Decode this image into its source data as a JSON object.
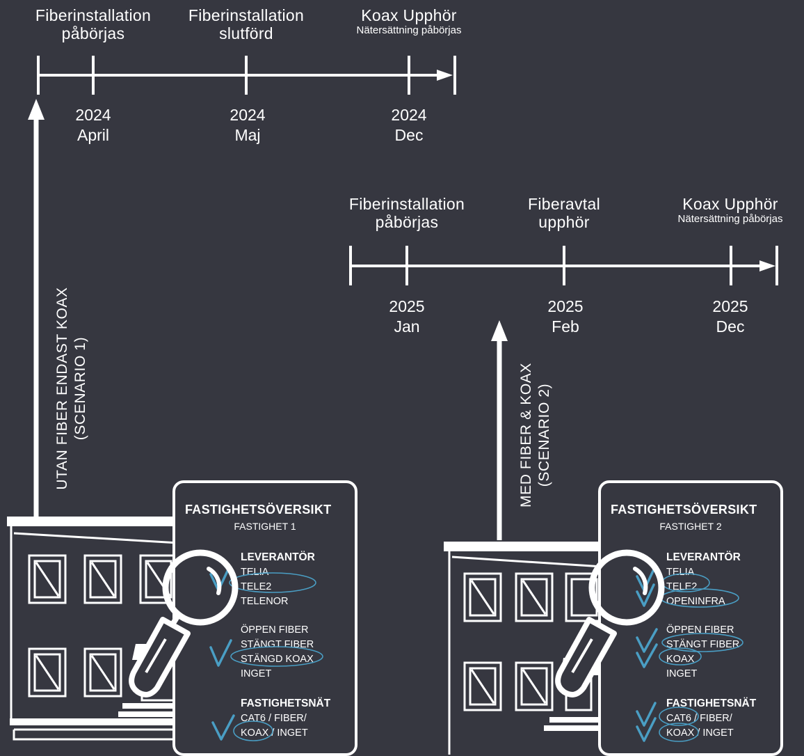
{
  "timeline1": {
    "events": [
      {
        "title": [
          "Fiberinstallation",
          "påbörjas"
        ],
        "sub": ""
      },
      {
        "title": [
          "Fiberinstallation",
          "slutförd"
        ],
        "sub": ""
      },
      {
        "title": [
          "Koax Upphör"
        ],
        "sub": "Nätersättning påbörjas"
      }
    ],
    "dates": [
      {
        "year": "2024",
        "month": "April"
      },
      {
        "year": "2024",
        "month": "Maj"
      },
      {
        "year": "2024",
        "month": "Dec"
      }
    ],
    "scenario": [
      "UTAN FIBER ENDAST KOAX",
      "(SCENARIO 1)"
    ]
  },
  "timeline2": {
    "events": [
      {
        "title": [
          "Fiberinstallation",
          "påbörjas"
        ],
        "sub": ""
      },
      {
        "title": [
          "Fiberavtal",
          "upphör"
        ],
        "sub": ""
      },
      {
        "title": [
          "Koax Upphör"
        ],
        "sub": "Nätersättning påbörjas"
      }
    ],
    "dates": [
      {
        "year": "2025",
        "month": "Jan"
      },
      {
        "year": "2025",
        "month": "Feb"
      },
      {
        "year": "2025",
        "month": "Dec"
      }
    ],
    "scenario": [
      "MED FIBER & KOAX",
      "(SCENARIO 2)"
    ]
  },
  "card1": {
    "title": "FASTIGHETSÖVERSIKT",
    "subtitle": "FASTIGHET 1",
    "leverantor": {
      "heading": "LEVERANTÖR",
      "items": [
        "TELIA",
        "TELE2",
        "TELENOR"
      ]
    },
    "fiber": {
      "items": [
        "ÖPPEN FIBER",
        "STÄNGT FIBER",
        "STÄNGD KOAX",
        "INGET"
      ]
    },
    "nat": {
      "heading": "FASTIGHETSNÄT",
      "line1": "CAT6 / FIBER/",
      "line2a": "KOAX",
      "line2b": " / INGET"
    }
  },
  "card2": {
    "title": "FASTIGHETSÖVERSIKT",
    "subtitle": "FASTIGHET 2",
    "leverantor": {
      "heading": "LEVERANTÖR",
      "items": [
        "TELIA",
        "TELE2",
        "OPENINFRA"
      ]
    },
    "fiber": {
      "items": [
        "ÖPPEN FIBER",
        "STÄNGT FIBER",
        "KOAX",
        "INGET"
      ]
    },
    "nat": {
      "heading": "FASTIGHETSNÄT",
      "line1": "CAT6 / FIBER/",
      "line2a": "KOAX",
      "line2b": " / INGET"
    }
  },
  "colors": {
    "background": "#363740",
    "foreground": "#ffffff",
    "accent": "#4a9ec4"
  },
  "icons": [
    "magnifier-icon",
    "checkmark-icon",
    "building-icon",
    "arrow-icon"
  ]
}
